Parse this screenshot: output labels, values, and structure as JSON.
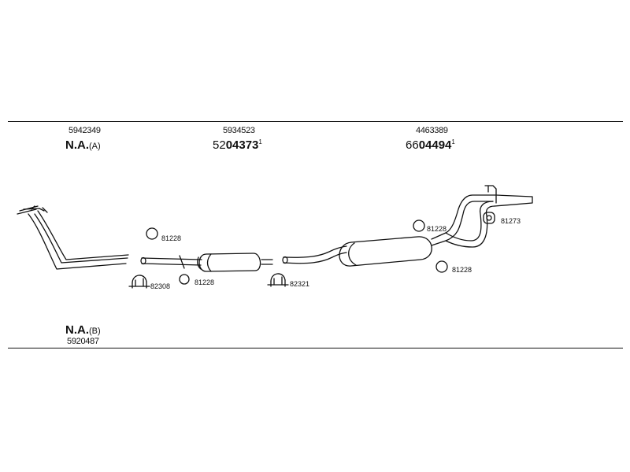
{
  "header_columns": [
    {
      "part_number": "5942349",
      "na_label": "N.A.",
      "na_suffix": "(A)"
    },
    {
      "part_number": "5934523",
      "code_prefix": "52",
      "code_main": "04373",
      "code_sup": "1"
    },
    {
      "part_number": "4463389",
      "code_prefix": "66",
      "code_main": "04494",
      "code_sup": "1"
    }
  ],
  "footer": {
    "na_label": "N.A.",
    "na_suffix": "(B)",
    "part_number": "5920487"
  },
  "part_labels": {
    "ring_left_top": "81228",
    "clamp_left": "82308",
    "ring_left_bottom": "81228",
    "clamp_mid": "82321",
    "ring_right_top": "81228",
    "ring_right_bottom": "81228",
    "hanger_right": "81273"
  },
  "colors": {
    "line": "#111111",
    "background": "#ffffff"
  }
}
